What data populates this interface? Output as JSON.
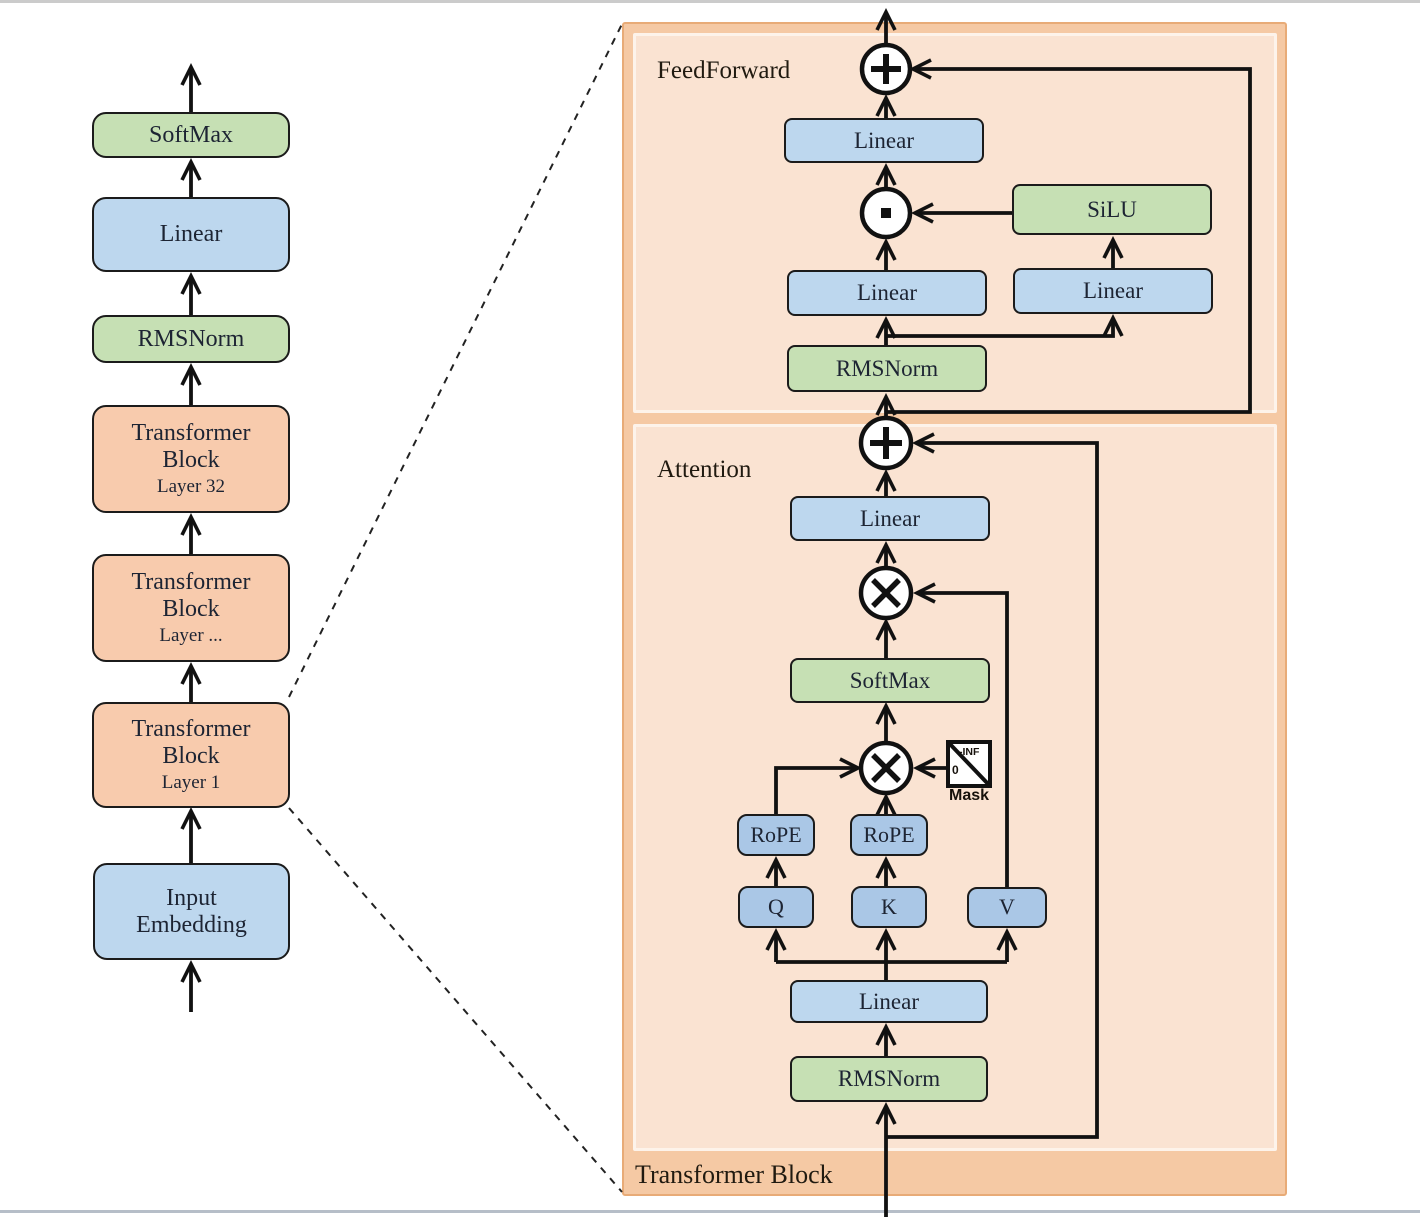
{
  "left_column": {
    "blocks": [
      {
        "id": "softmax",
        "label": "SoftMax",
        "color": "green"
      },
      {
        "id": "linear",
        "label": "Linear",
        "color": "blue"
      },
      {
        "id": "rmsnorm",
        "label": "RMSNorm",
        "color": "green"
      },
      {
        "id": "tb32",
        "label": "Transformer Block",
        "sublabel": "Layer 32",
        "color": "orange"
      },
      {
        "id": "tbdots",
        "label": "Transformer Block",
        "sublabel": "Layer ...",
        "color": "orange"
      },
      {
        "id": "tb1",
        "label": "Transformer Block",
        "sublabel": "Layer 1",
        "color": "orange"
      },
      {
        "id": "input_embedding",
        "label": "Input Embedding",
        "color": "blue"
      }
    ]
  },
  "panel": {
    "title": "Transformer Block",
    "sections": {
      "feedforward": "FeedForward",
      "attention": "Attention"
    },
    "ff": {
      "linear_out": "Linear",
      "silu": "SiLU",
      "linear_gate": "Linear",
      "linear_up": "Linear",
      "rmsnorm": "RMSNorm"
    },
    "attention": {
      "linear_out": "Linear",
      "softmax": "SoftMax",
      "rope_q": "RoPE",
      "rope_k": "RoPE",
      "q": "Q",
      "k": "K",
      "v": "V",
      "linear_qkv": "Linear",
      "rmsnorm": "RMSNorm"
    },
    "mask": {
      "label": "Mask",
      "upper": "-INF",
      "lower": "0"
    },
    "operators": {
      "add": "+",
      "matmul": "×",
      "elementwise_mul": "·"
    }
  },
  "colors": {
    "block_blue": "#bdd7ee",
    "block_green": "#c6e0b4",
    "block_orange": "#f8cbad",
    "qkv_blue": "#aac7e6",
    "panel_fill": "#f5c9a4",
    "panel_inner_fill": "#fae3d2",
    "line": "#111111"
  }
}
